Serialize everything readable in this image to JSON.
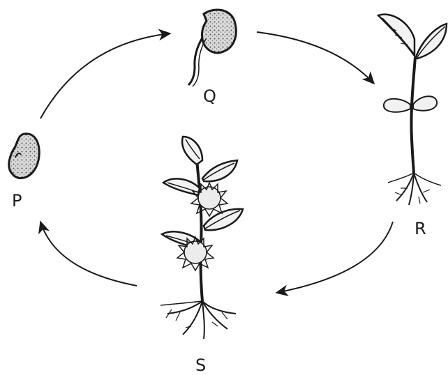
{
  "labels": {
    "p": "P",
    "q": "Q",
    "r": "R",
    "s": "S"
  },
  "colors": {
    "ink": "#1a1a1a",
    "seed_fill": "#6e6e6e",
    "leaf_fill": "#f2f2f2",
    "background": "#ffffff"
  },
  "icons": {
    "p": "bean-seed-icon",
    "q": "germinating-seed-icon",
    "r": "seedling-icon",
    "s": "flowering-plant-icon"
  }
}
